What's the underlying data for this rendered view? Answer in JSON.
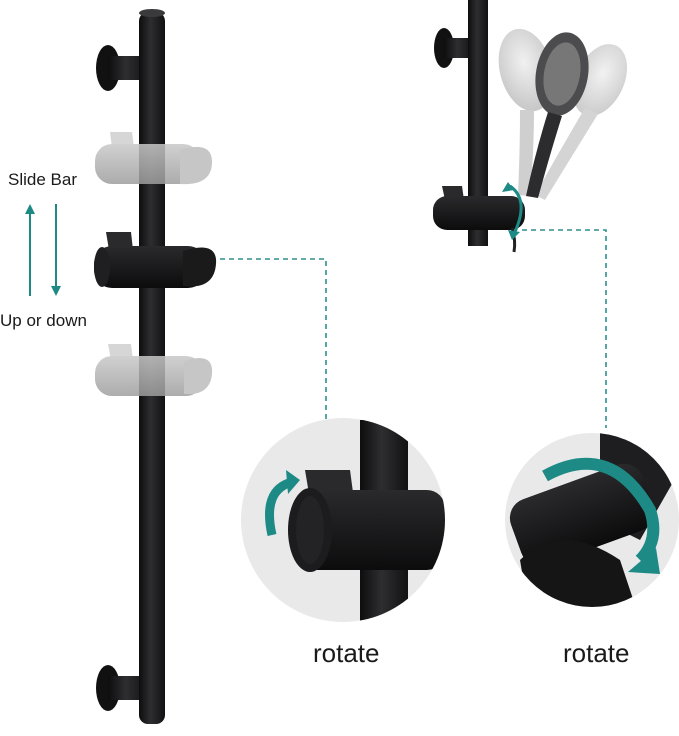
{
  "labels": {
    "slide_bar": "Slide Bar",
    "up_or_down": "Up or down",
    "rotate_left": "rotate",
    "rotate_right": "rotate"
  },
  "colors": {
    "bar": "#1b1b1d",
    "ghost": "#b3b3b3",
    "teal": "#1d8a86",
    "dashed_line": "#2e8f8b",
    "detail_bg": "#e9e9ea"
  },
  "icons": {
    "arrow": "teal-curved-arrow"
  }
}
